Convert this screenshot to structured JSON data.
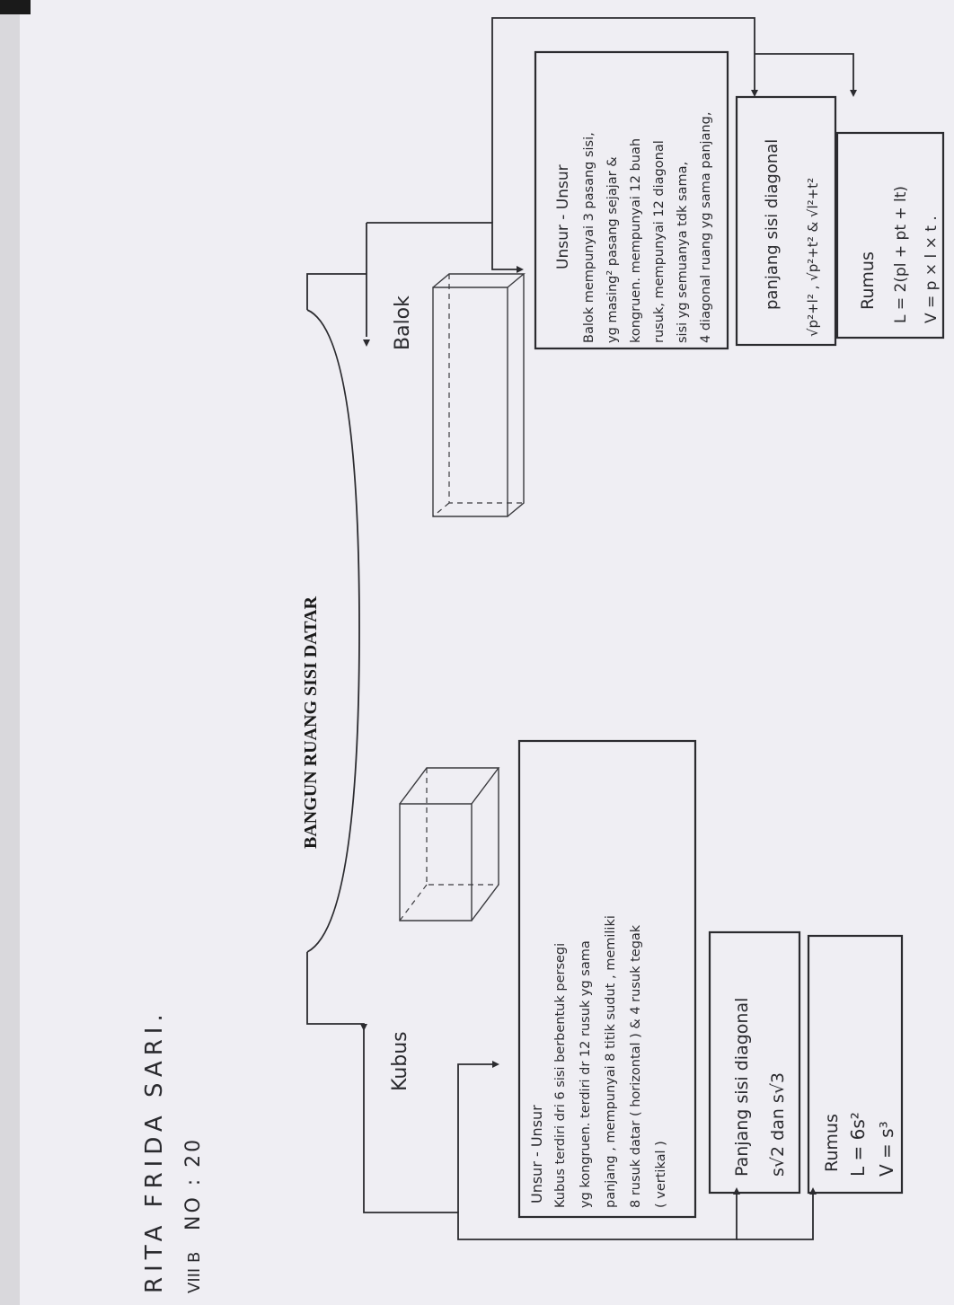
{
  "author": {
    "name": "RITA FRIDA SARI.",
    "class_label": "VIII B",
    "number": "NO : 20"
  },
  "title": "BANGUN RUANG SISI DATAR",
  "kubus": {
    "label": "Kubus",
    "unsur_title": "Unsur - Unsur",
    "unsur_lines": [
      "Kubus terdiri dri 6 sisi berbentuk persegi",
      "yg kongruen. terdiri dr 12 rusuk yg sama",
      "panjang , mempunyai 8 titik sudut , memiliki",
      "8 rusuk datar ( horizontal ) & 4 rusuk tegak",
      "( vertikal )"
    ],
    "diagonal_title": "Panjang sisi diagonal",
    "diagonal_value": "s√2  dan  s√3",
    "rumus_title": "Rumus",
    "rumus_lines": [
      "L = 6s²",
      "V = s³"
    ]
  },
  "balok": {
    "label": "Balok",
    "unsur_title": "Unsur - Unsur",
    "unsur_lines": [
      "Balok mempunyai 3 pasang sisi,",
      "yg masing² pasang sejajar &",
      "kongruen. mempunyai 12 buah",
      "rusuk, mempunyai 12 diagonal",
      "sisi yg semuanya tdk sama,",
      "4 diagonal ruang yg sama panjang,"
    ],
    "diagonal_title": "panjang sisi diagonal",
    "diagonal_value": "√p²+l² , √p²+t² & √l²+t²",
    "rumus_title": "Rumus",
    "rumus_lines": [
      "L = 2(pl + pt + lt)",
      "V = p × l × t ."
    ]
  }
}
